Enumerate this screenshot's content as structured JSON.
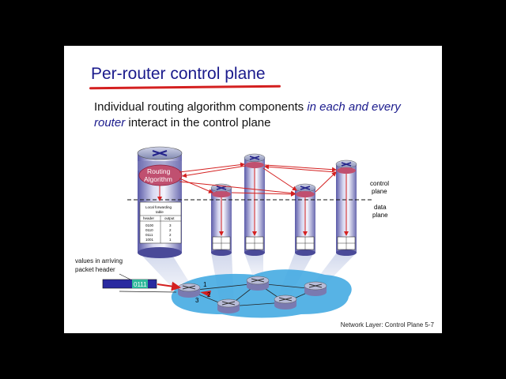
{
  "slide": {
    "title": "Per-router control plane",
    "body_part1": "Individual routing algorithm components ",
    "body_emph1": "in each and every router",
    "body_part2": " interact in the control plane",
    "footer": "Network Layer: Control Plane  5-7"
  },
  "diagram": {
    "routing_algorithm_label_line1": "Routing",
    "routing_algorithm_label_line2": "Algorithm",
    "control_plane_label_line1": "control",
    "control_plane_label_line2": "plane",
    "data_plane_label_line1": "data",
    "data_plane_label_line2": "plane",
    "forwarding_table_title_line1": "Local forwarding",
    "forwarding_table_title_line2": "table",
    "forwarding_table_headers": [
      "header",
      "output"
    ],
    "forwarding_table_rows": [
      [
        "0100",
        "3"
      ],
      [
        "0110",
        "2"
      ],
      [
        "0111",
        "2"
      ],
      [
        "1001",
        "1"
      ]
    ],
    "arriving_label_line1": "values in arriving",
    "arriving_label_line2": "packet header",
    "packet_value": "0111",
    "port_labels": [
      "1",
      "2",
      "3"
    ]
  }
}
